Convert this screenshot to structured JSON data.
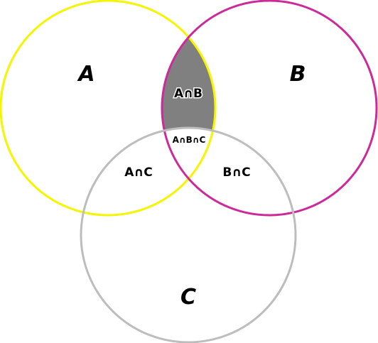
{
  "diagram": {
    "type": "venn-3",
    "sets": {
      "a": {
        "label": "A",
        "color": "#f5f500"
      },
      "b": {
        "label": "B",
        "color": "#cc2a99"
      },
      "c": {
        "label": "C",
        "color": "#bdbdbd"
      }
    },
    "regions": {
      "a_and_b": {
        "label": "A∩B",
        "highlighted": true,
        "fill": "#808080"
      },
      "a_and_b_and_c": {
        "label": "A∩B∩C"
      },
      "a_and_c": {
        "label": "A∩C"
      },
      "b_and_c": {
        "label": "B∩C"
      }
    }
  }
}
